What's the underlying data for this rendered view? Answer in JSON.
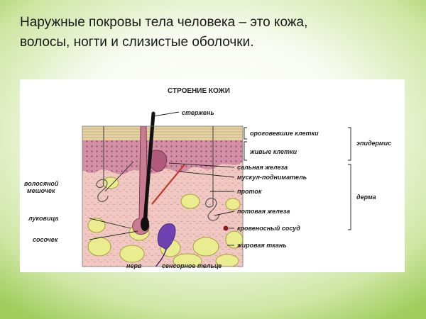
{
  "slide": {
    "title_line1": "Наружные покровы тела человека – это кожа,",
    "title_line2": "волосы, ногти  и слизистые оболочки."
  },
  "diagram": {
    "title": "СТРОЕНИЕ КОЖИ",
    "labels": {
      "shaft": "стержень",
      "horny_cells": "ороговевшие клетки",
      "living_cells": "живые клетки",
      "epidermis": "эпидермис",
      "sebaceous_gland": "сальная железа",
      "arrector_muscle": "мускул-подниматель",
      "duct": "проток",
      "dermis": "дерма",
      "hair_follicle_1": "волосяной",
      "hair_follicle_2": "мешочек",
      "bulb": "луковица",
      "sweat_gland": "потовая железа",
      "blood_vessel": "кровеносный сосуд",
      "papilla": "сосочек",
      "fat_tissue": "жировая ткань",
      "nerve": "нерв",
      "sensory_corpuscle": "сенсорное тельце"
    }
  }
}
